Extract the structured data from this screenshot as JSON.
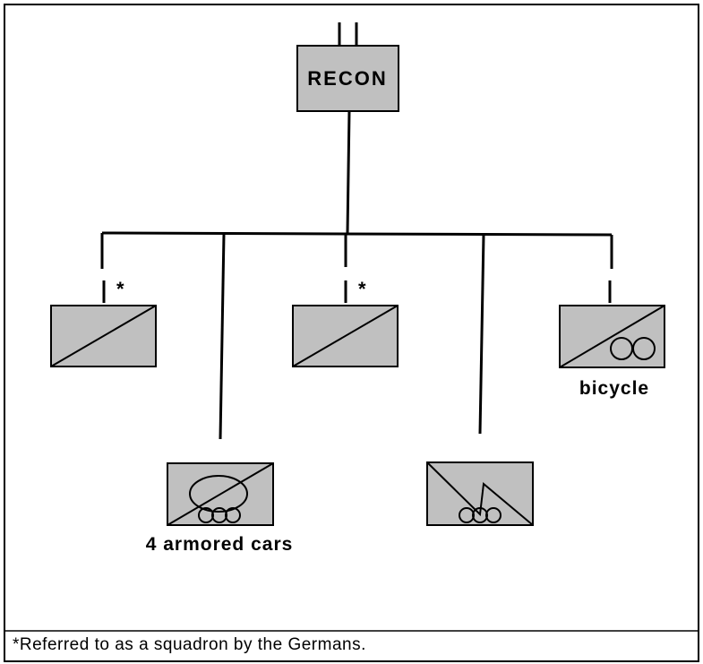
{
  "hq": {
    "label": "RECON"
  },
  "units": [
    {
      "marker": "*"
    },
    {
      "label": "4 armored cars"
    },
    {
      "marker": "*"
    },
    {
      "label": ""
    },
    {
      "label": "bicycle"
    }
  ],
  "footnote": "*Referred to as a squadron by the Germans."
}
